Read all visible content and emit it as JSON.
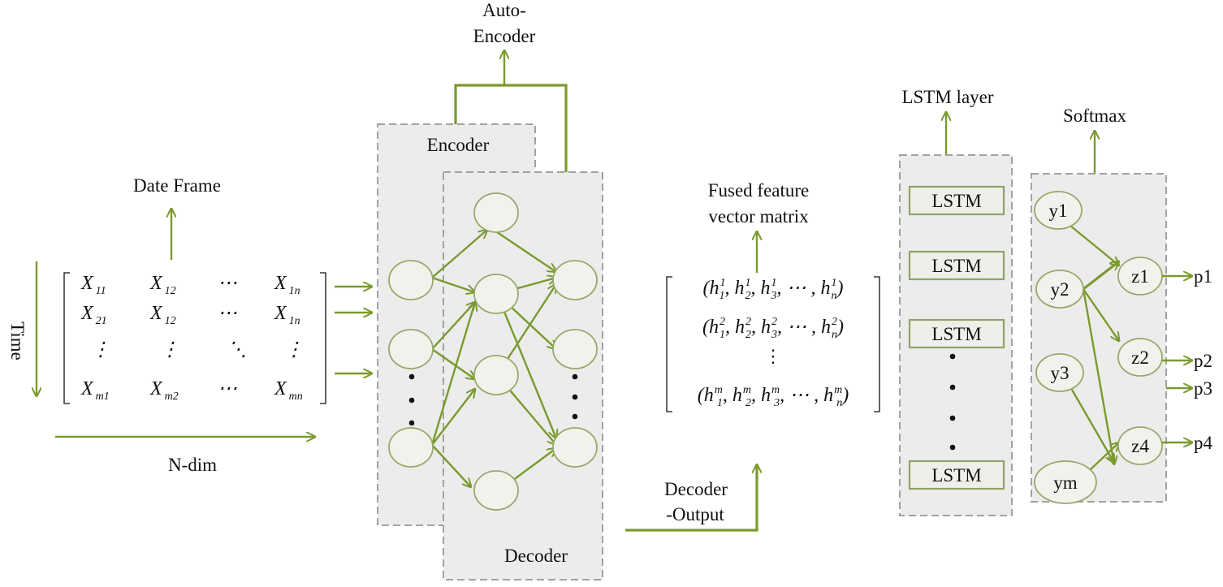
{
  "labels": {
    "time": "Time",
    "date_frame": "Date Frame",
    "n_dim": "N-dim",
    "auto_encoder_line1": "Auto-",
    "auto_encoder_line2": "Encoder",
    "encoder": "Encoder",
    "decoder": "Decoder",
    "fused_line1": "Fused feature",
    "fused_line2": "vector matrix",
    "decoder_output_line1": "Decoder",
    "decoder_output_line2": "-Output",
    "lstm_layer": "LSTM layer",
    "softmax": "Softmax"
  },
  "input_matrix": {
    "rows": [
      [
        {
          "base": "X",
          "sub": "11"
        },
        {
          "base": "X",
          "sub": "12"
        },
        {
          "base": "⋯",
          "sub": ""
        },
        {
          "base": "X",
          "sub": "1n"
        }
      ],
      [
        {
          "base": "X",
          "sub": "21"
        },
        {
          "base": "X",
          "sub": "12"
        },
        {
          "base": "⋯",
          "sub": ""
        },
        {
          "base": "X",
          "sub": "1n"
        }
      ],
      [
        {
          "base": "⋮",
          "sub": ""
        },
        {
          "base": "⋮",
          "sub": ""
        },
        {
          "base": "⋱",
          "sub": ""
        },
        {
          "base": "⋮",
          "sub": ""
        }
      ],
      [
        {
          "base": "X",
          "sub": "m1"
        },
        {
          "base": "X",
          "sub": "m2"
        },
        {
          "base": "⋯",
          "sub": ""
        },
        {
          "base": "X",
          "sub": "mn"
        }
      ]
    ]
  },
  "fused_matrix": {
    "rows": [
      {
        "sup": "1"
      },
      {
        "sup": "2"
      },
      {
        "vdots": "⋮"
      },
      {
        "sup": "m"
      }
    ],
    "base_symbol": "h",
    "subscripts": [
      "1",
      "2",
      "3",
      "n"
    ],
    "ellipsis": "⋯"
  },
  "lstm_cells": [
    "LSTM",
    "LSTM",
    "LSTM",
    "LSTM"
  ],
  "softmax_inputs": [
    "y1",
    "y2",
    "y3",
    "ym"
  ],
  "softmax_hidden": [
    "z1",
    "z2",
    "z4"
  ],
  "outputs": [
    "p1",
    "p2",
    "p3",
    "p4"
  ],
  "colors": {
    "arrow": "#7a9a2e",
    "panel_fill": "#ececec",
    "panel_border": "#a3a39b",
    "node_stroke": "#97a96c"
  }
}
